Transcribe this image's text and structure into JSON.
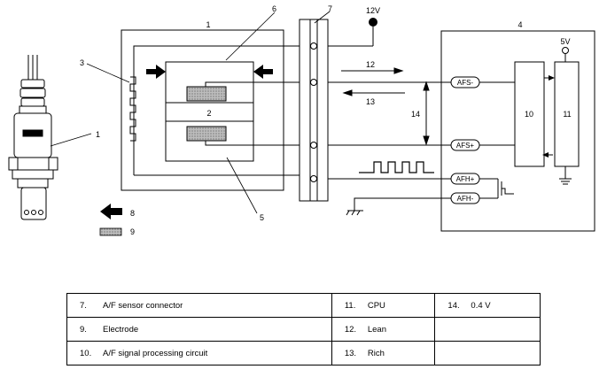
{
  "diagram": {
    "part_numbers": [
      "1",
      "2",
      "3",
      "4",
      "5",
      "6",
      "7",
      "8",
      "9",
      "10",
      "11",
      "12",
      "13",
      "14"
    ],
    "voltage_12v": "12V",
    "voltage_5v": "5V",
    "pins": [
      "AFS-",
      "AFS+",
      "AFH+",
      "AFH-"
    ],
    "colors": {
      "line": "#000000",
      "electrode_fill": "#bdbdbd",
      "background": "#ffffff"
    }
  },
  "legend": {
    "rows": [
      [
        {
          "num": "7.",
          "text": "A/F sensor connector"
        },
        {
          "num": "11.",
          "text": "CPU"
        },
        {
          "num": "14.",
          "text": "0.4 V"
        }
      ],
      [
        {
          "num": "9.",
          "text": "Electrode"
        },
        {
          "num": "12.",
          "text": "Lean"
        },
        {
          "num": "",
          "text": ""
        }
      ],
      [
        {
          "num": "10.",
          "text": "A/F signal processing circuit"
        },
        {
          "num": "13.",
          "text": "Rich"
        },
        {
          "num": "",
          "text": ""
        }
      ]
    ]
  }
}
